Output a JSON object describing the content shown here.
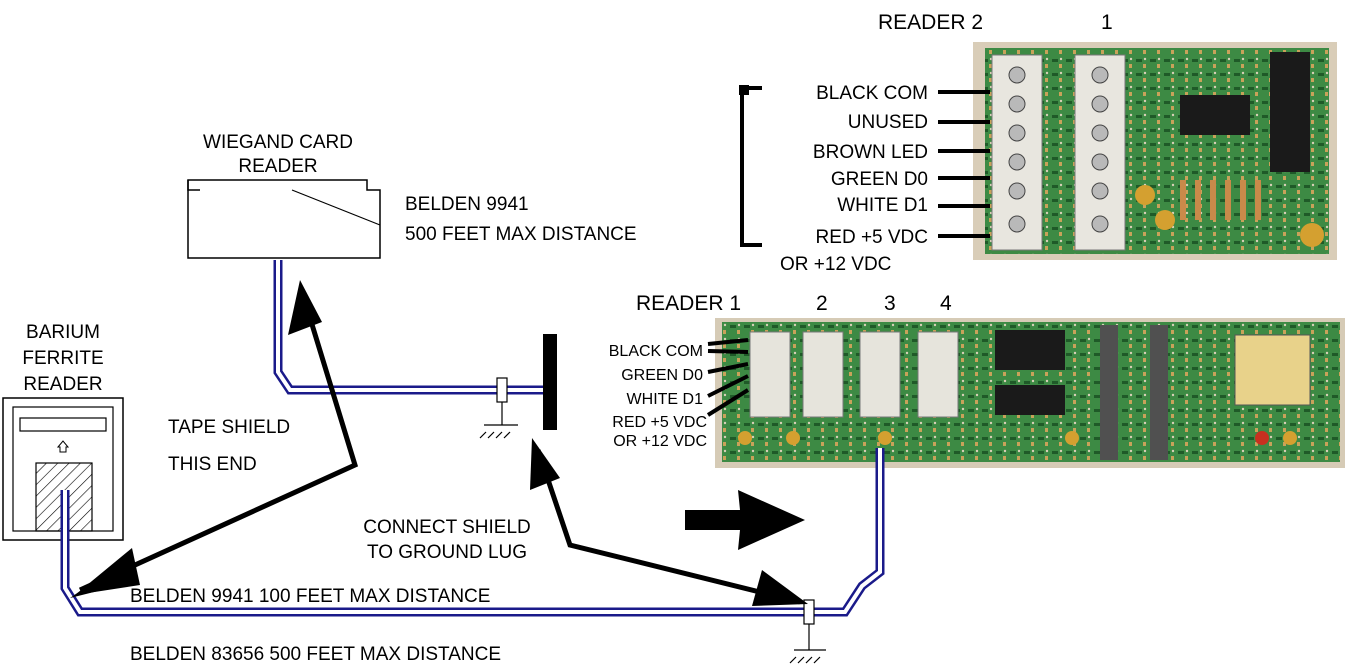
{
  "top_board": {
    "title": "READER 2",
    "num": "1",
    "pins": [
      "BLACK COM",
      "UNUSED",
      "BROWN LED",
      "GREEN  D0",
      "WHITE  D1",
      "RED  +5 VDC"
    ],
    "pin_extra": "OR +12 VDC"
  },
  "wiegand": {
    "title_line1": "WIEGAND CARD",
    "title_line2": "READER",
    "cable_line1": "BELDEN 9941",
    "cable_line2": "500 FEET MAX DISTANCE"
  },
  "bottom_board": {
    "labels": [
      "READER 1",
      "2",
      "3",
      "4"
    ],
    "pins": [
      "BLACK COM",
      "GREEN  D0",
      "WHITE  D1",
      "RED  +5 VDC"
    ],
    "pin_extra": "OR +12 VDC"
  },
  "barium": {
    "line1": "BARIUM",
    "line2": "FERRITE",
    "line3": "READER"
  },
  "notes": {
    "tape1": "TAPE SHIELD",
    "tape2": "THIS END",
    "connect1": "CONNECT SHIELD",
    "connect2": "TO GROUND LUG",
    "belden_100": "BELDEN 9941   100 FEET MAX DISTANCE",
    "belden_500": "BELDEN 83656  500 FEET MAX DISTANCE"
  },
  "colors": {
    "cable": "#1a1a8a",
    "board_green": "#2f7a3a",
    "board_edge": "#c9b9a0"
  }
}
